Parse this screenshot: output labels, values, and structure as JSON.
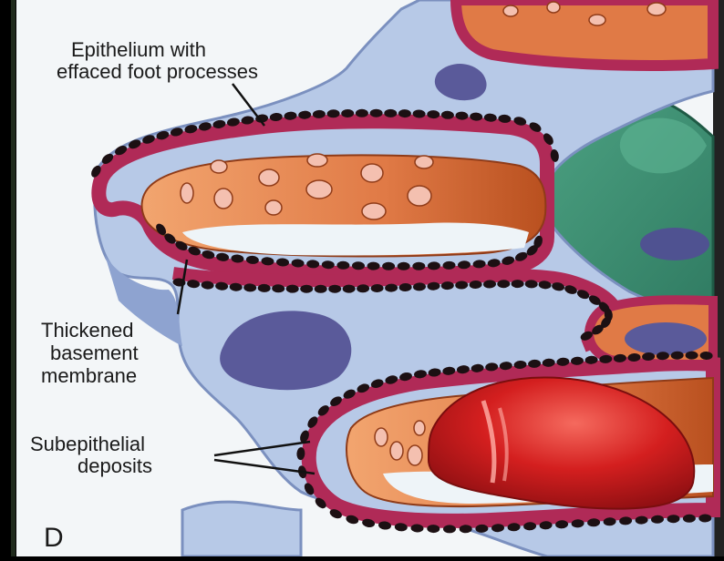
{
  "labels": {
    "epithelium_line1": "Epithelium with",
    "epithelium_line2": "effaced foot processes",
    "thickened_line1": "Thickened",
    "thickened_line2": "basement",
    "thickened_line3": "membrane",
    "subepithelial_line1": "Subepithelial",
    "subepithelial_line2": "deposits",
    "panel_letter": "D"
  },
  "colors": {
    "background_left": "#000000",
    "background_right": "#1b1b1b",
    "panel": "#f3f6f8",
    "epithelium": "#b7c9e7",
    "epithelium_edge": "#7b90bf",
    "basement_membrane": "#b02a57",
    "deposits": "#1c1013",
    "endothelium": "#e07a46",
    "endothelium_dark": "#c45a2c",
    "mesangium": "#3f9477",
    "nucleus": "#5a5a9a",
    "red_cell": "#d01f1f"
  }
}
